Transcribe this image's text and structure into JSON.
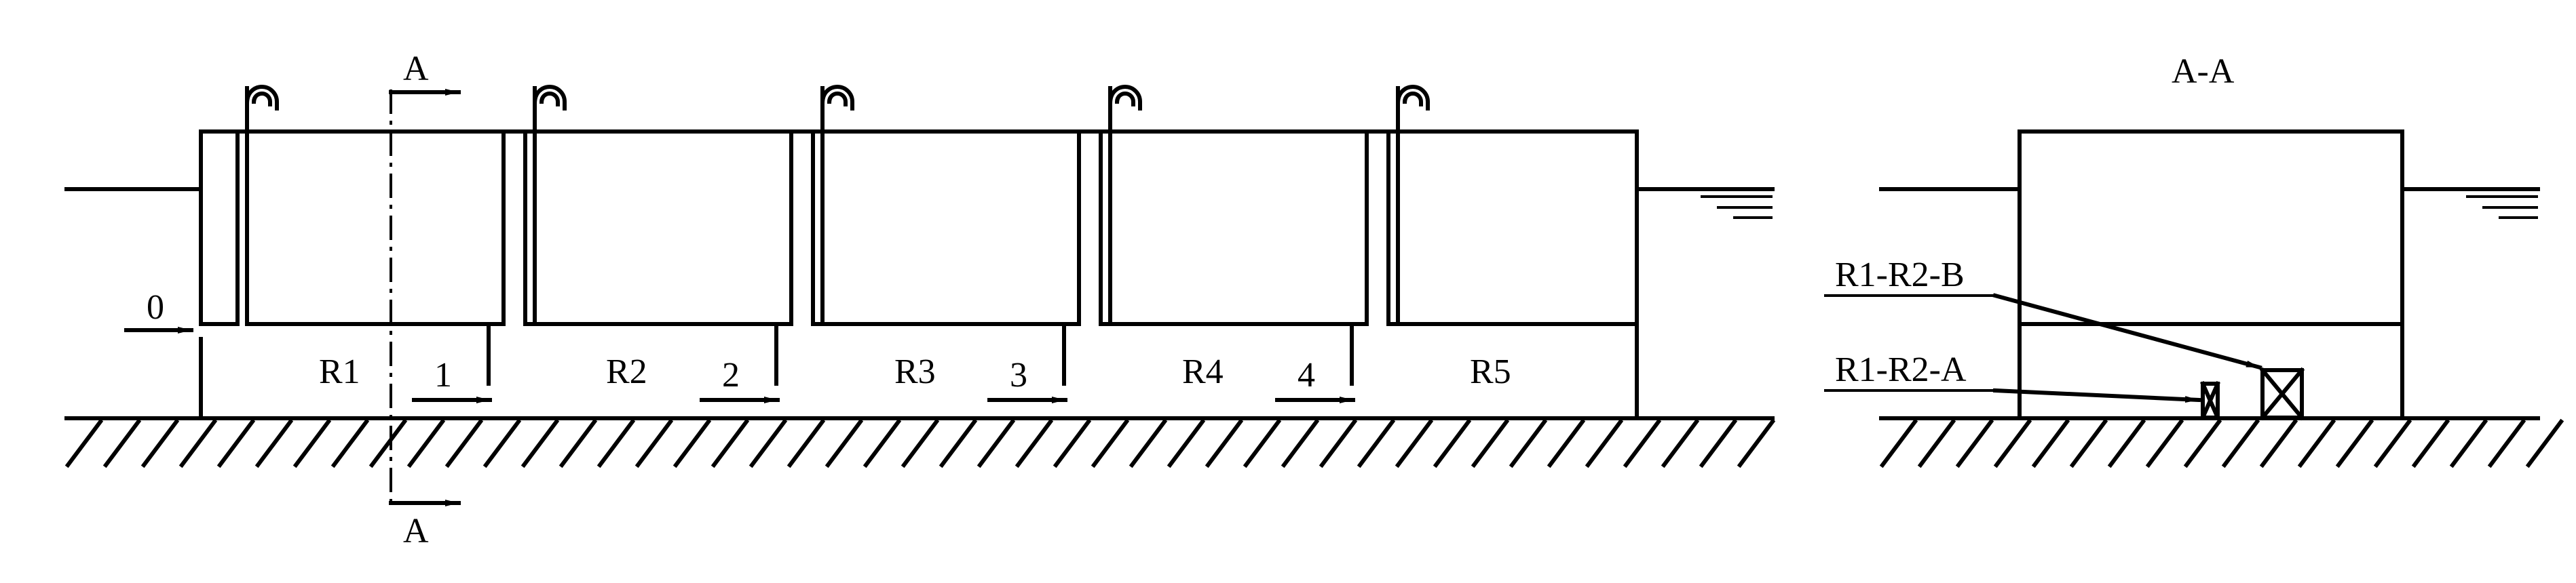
{
  "section_label": "A",
  "section_title": "A-A",
  "inlet_label": "0",
  "reactors": [
    "R1",
    "R2",
    "R3",
    "R4",
    "R5"
  ],
  "flow_labels": [
    "1",
    "2",
    "3",
    "4"
  ],
  "sensor_labels": {
    "upper": "R1-R2-B",
    "lower": "R1-R2-A"
  }
}
